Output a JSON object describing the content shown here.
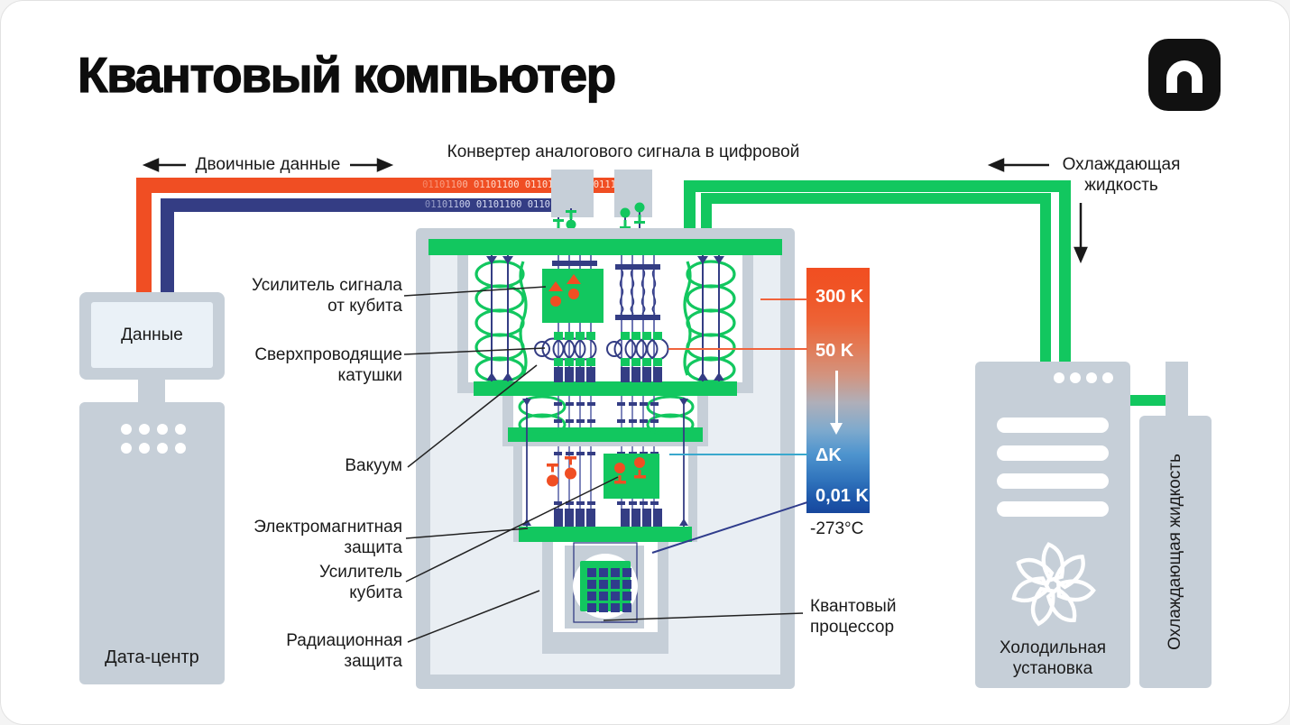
{
  "title": "Квантовый компьютер",
  "colors": {
    "accent_green": "#12C75F",
    "accent_orange": "#F04E23",
    "accent_navy": "#343D84",
    "shell_gray": "#C6CFD8",
    "interior_light": "#E9EEF3",
    "scale_cyan_line": "#3AA8CD",
    "scale_top": "#F14E21",
    "scale_bottom": "#17479D"
  },
  "labels": {
    "binary_data": "Двоичные данные",
    "converter": "Конвертер аналогового сигнала в цифровой",
    "coolant_line1": "Охлаждающая",
    "coolant_line2": "жидкость",
    "monitor": "Данные",
    "datacenter": "Дата-центр",
    "amp_signal_line1": "Усилитель сигнала",
    "amp_signal_line2": "от кубита",
    "coils_line1": "Сверхпроводящие",
    "coils_line2": "катушки",
    "vacuum": "Вакуум",
    "emi_line1": "Электромагнитная",
    "emi_line2": "защита",
    "qubit_amp_line1": "Усилитель",
    "qubit_amp_line2": "кубита",
    "radiation_line1": "Радиационная",
    "radiation_line2": "защита",
    "processor_line1": "Квантовый",
    "processor_line2": "процессор",
    "fridge_line1": "Холодильная",
    "fridge_line2": "установка",
    "tank_vertical": "Охлаждающая жидкость"
  },
  "binary_streams": {
    "orange": "01101100 01101100 01101100 0110111",
    "blue": "01101100 01101100 0110"
  },
  "temperature_scale": {
    "t300": "300 K",
    "t50": "50 K",
    "delta": "ΔK",
    "t001": "0,01 K",
    "celsius": "-273°C"
  }
}
